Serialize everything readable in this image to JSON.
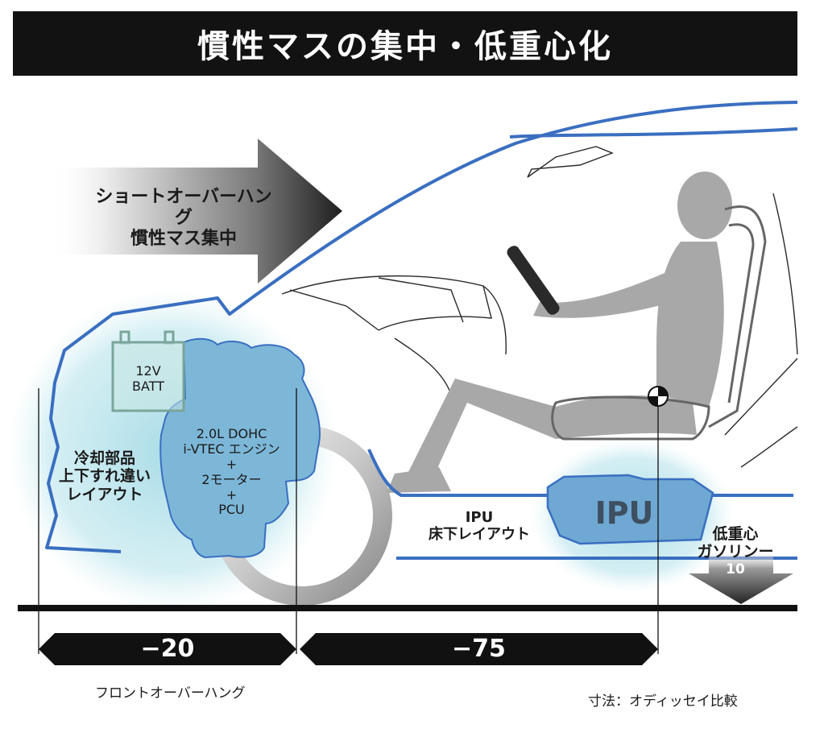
{
  "title": "慣性マスの集中・低重心化",
  "arrow_label": {
    "line1": "ショートオーバーハン",
    "line2": "グ",
    "line3": "慣性マス集中"
  },
  "battery_label": {
    "line1": "12V",
    "line2": "BATT"
  },
  "engine_label": {
    "line1": "2.0L DOHC",
    "line2": "i-VTEC エンジン",
    "line3": "+",
    "line4": "2モーター",
    "line5": "+",
    "line6": "PCU"
  },
  "cooling_label": {
    "line1": "冷却部品",
    "line2": "上下すれ違い",
    "line3": "レイアウト"
  },
  "ipu_label": "IPU",
  "ipu_caption": {
    "line1": "IPU",
    "line2": "床下レイアウト"
  },
  "cog_label": {
    "line1": "低重心",
    "line2": "ガソリンー",
    "line3": "10"
  },
  "dimensions": {
    "front": "−20",
    "middle": "−75"
  },
  "front_overhang_caption": "フロントオーバーハング",
  "source_note": "寸法：オディッセイ比較",
  "colors": {
    "body_line": "#3a6fc0",
    "highlight": "#a9dde6",
    "component": "#7db7d8",
    "title_bg": "#121212"
  }
}
